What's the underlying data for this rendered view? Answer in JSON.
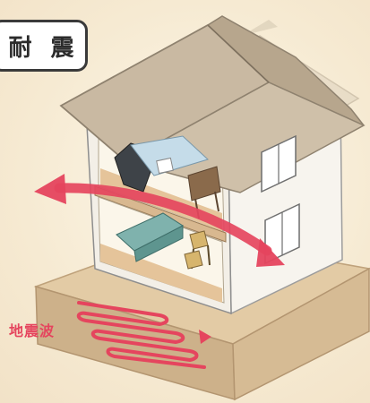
{
  "badge": {
    "label": "耐 震"
  },
  "wave_label": "地震波",
  "icons": {
    "house": "house-illustration",
    "arrow": "shake-arrow-icon",
    "wave": "seismic-wave-icon"
  },
  "colors": {
    "ground_top": "#e3cba5",
    "ground_side": "#cdb18a",
    "roof": "#c9b9a2",
    "wall": "#ffffff",
    "arrow": "#e5455e",
    "wave": "#e5455e"
  }
}
